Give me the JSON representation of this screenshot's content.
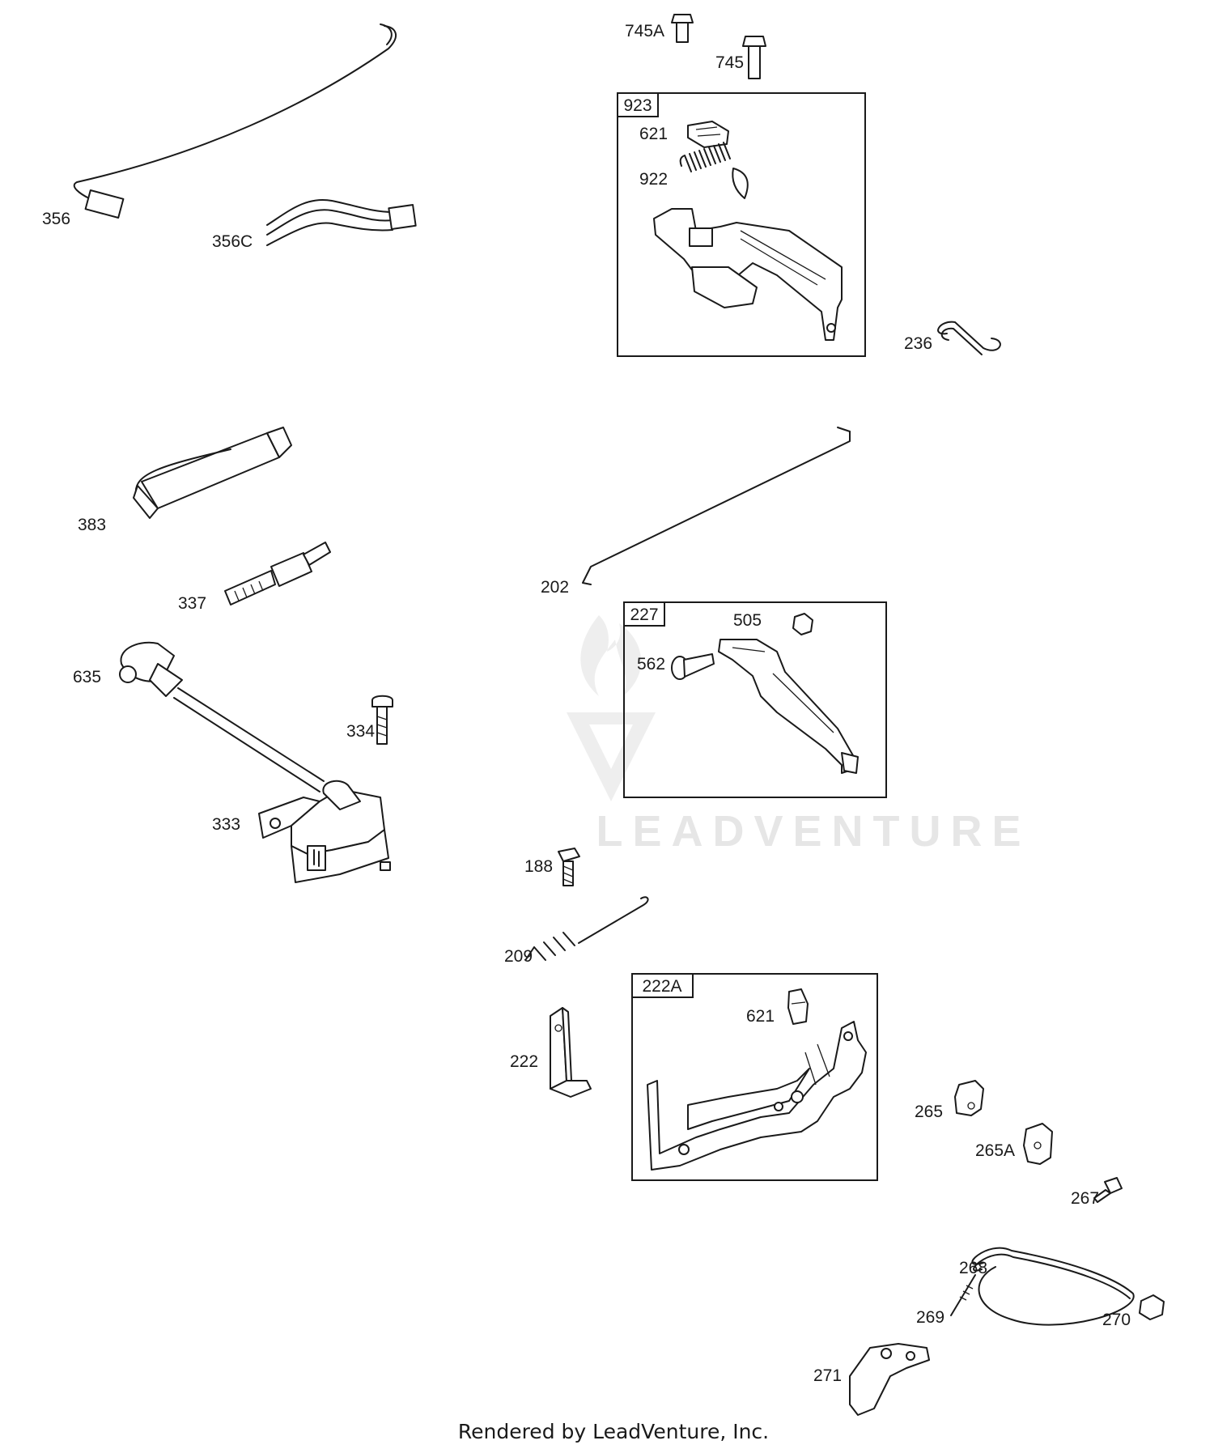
{
  "footer": "Rendered by LeadVenture, Inc.",
  "watermark": "LEADVENTURE",
  "kits": [
    {
      "id": "923",
      "label": "923"
    },
    {
      "id": "227",
      "label": "227"
    },
    {
      "id": "222A",
      "label": "222A"
    }
  ],
  "callouts": {
    "p356": "356",
    "p356C": "356C",
    "p745A": "745A",
    "p745": "745",
    "p923_621": "621",
    "p922": "922",
    "p236": "236",
    "p383": "383",
    "p337": "337",
    "p202": "202",
    "p505": "505",
    "p562": "562",
    "p635": "635",
    "p334": "334",
    "p333": "333",
    "p188": "188",
    "p209": "209",
    "p222A_621": "621",
    "p222": "222",
    "p265": "265",
    "p265A": "265A",
    "p267": "267",
    "p268": "268",
    "p269": "269",
    "p270": "270",
    "p271": "271"
  },
  "colors": {
    "line": "#1a1a1a",
    "watermark": "#e6e6e6",
    "background": "#ffffff"
  }
}
